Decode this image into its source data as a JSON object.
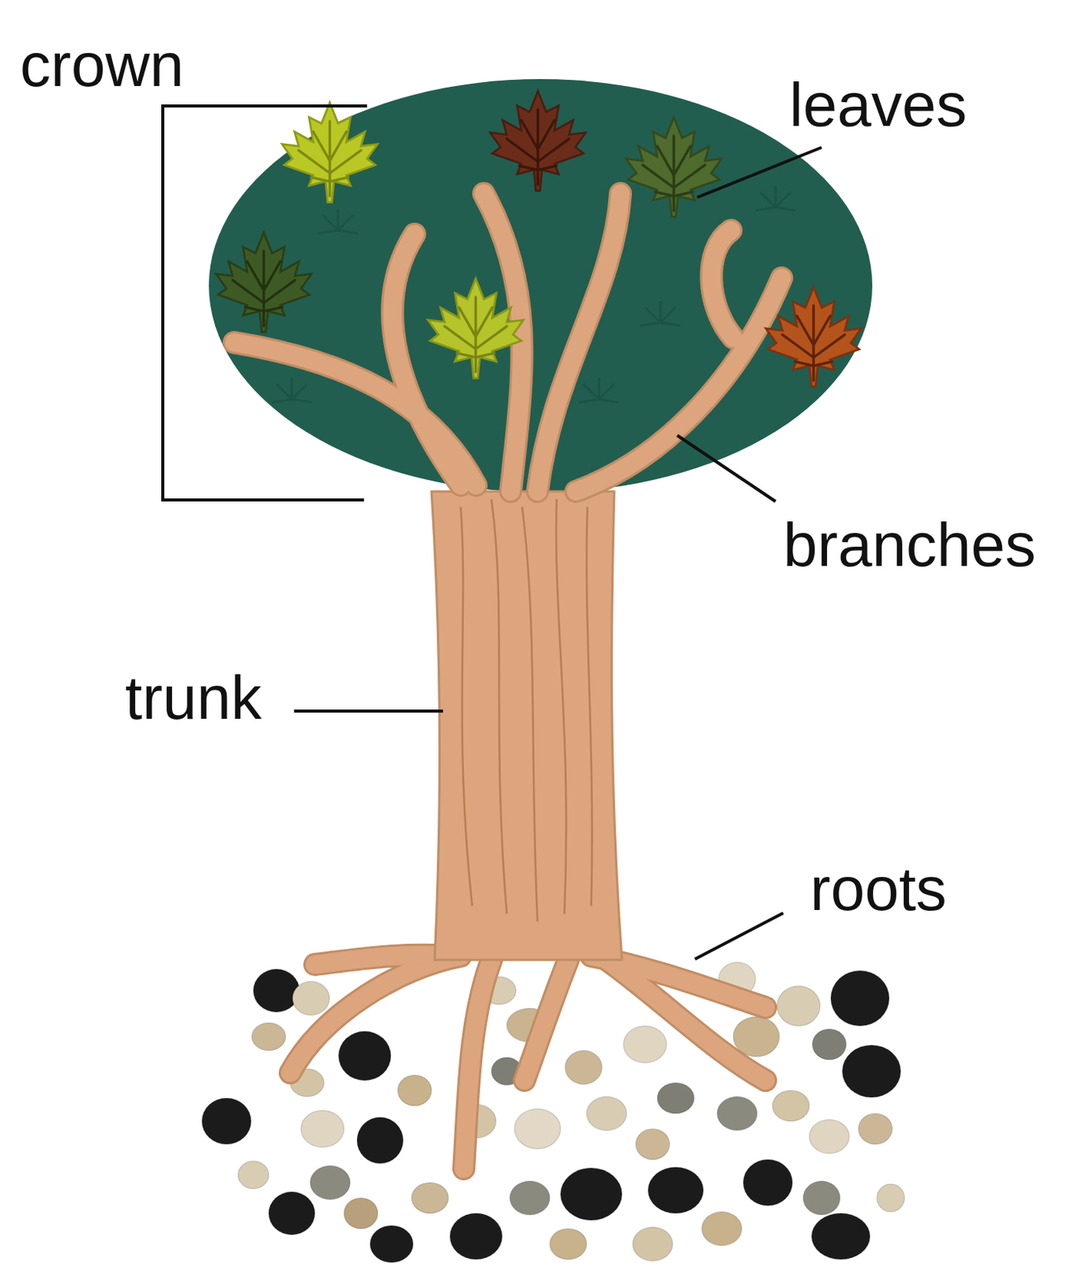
{
  "diagram": {
    "labels": [
      "crown",
      "leaves",
      "branches",
      "trunk",
      "roots"
    ]
  }
}
